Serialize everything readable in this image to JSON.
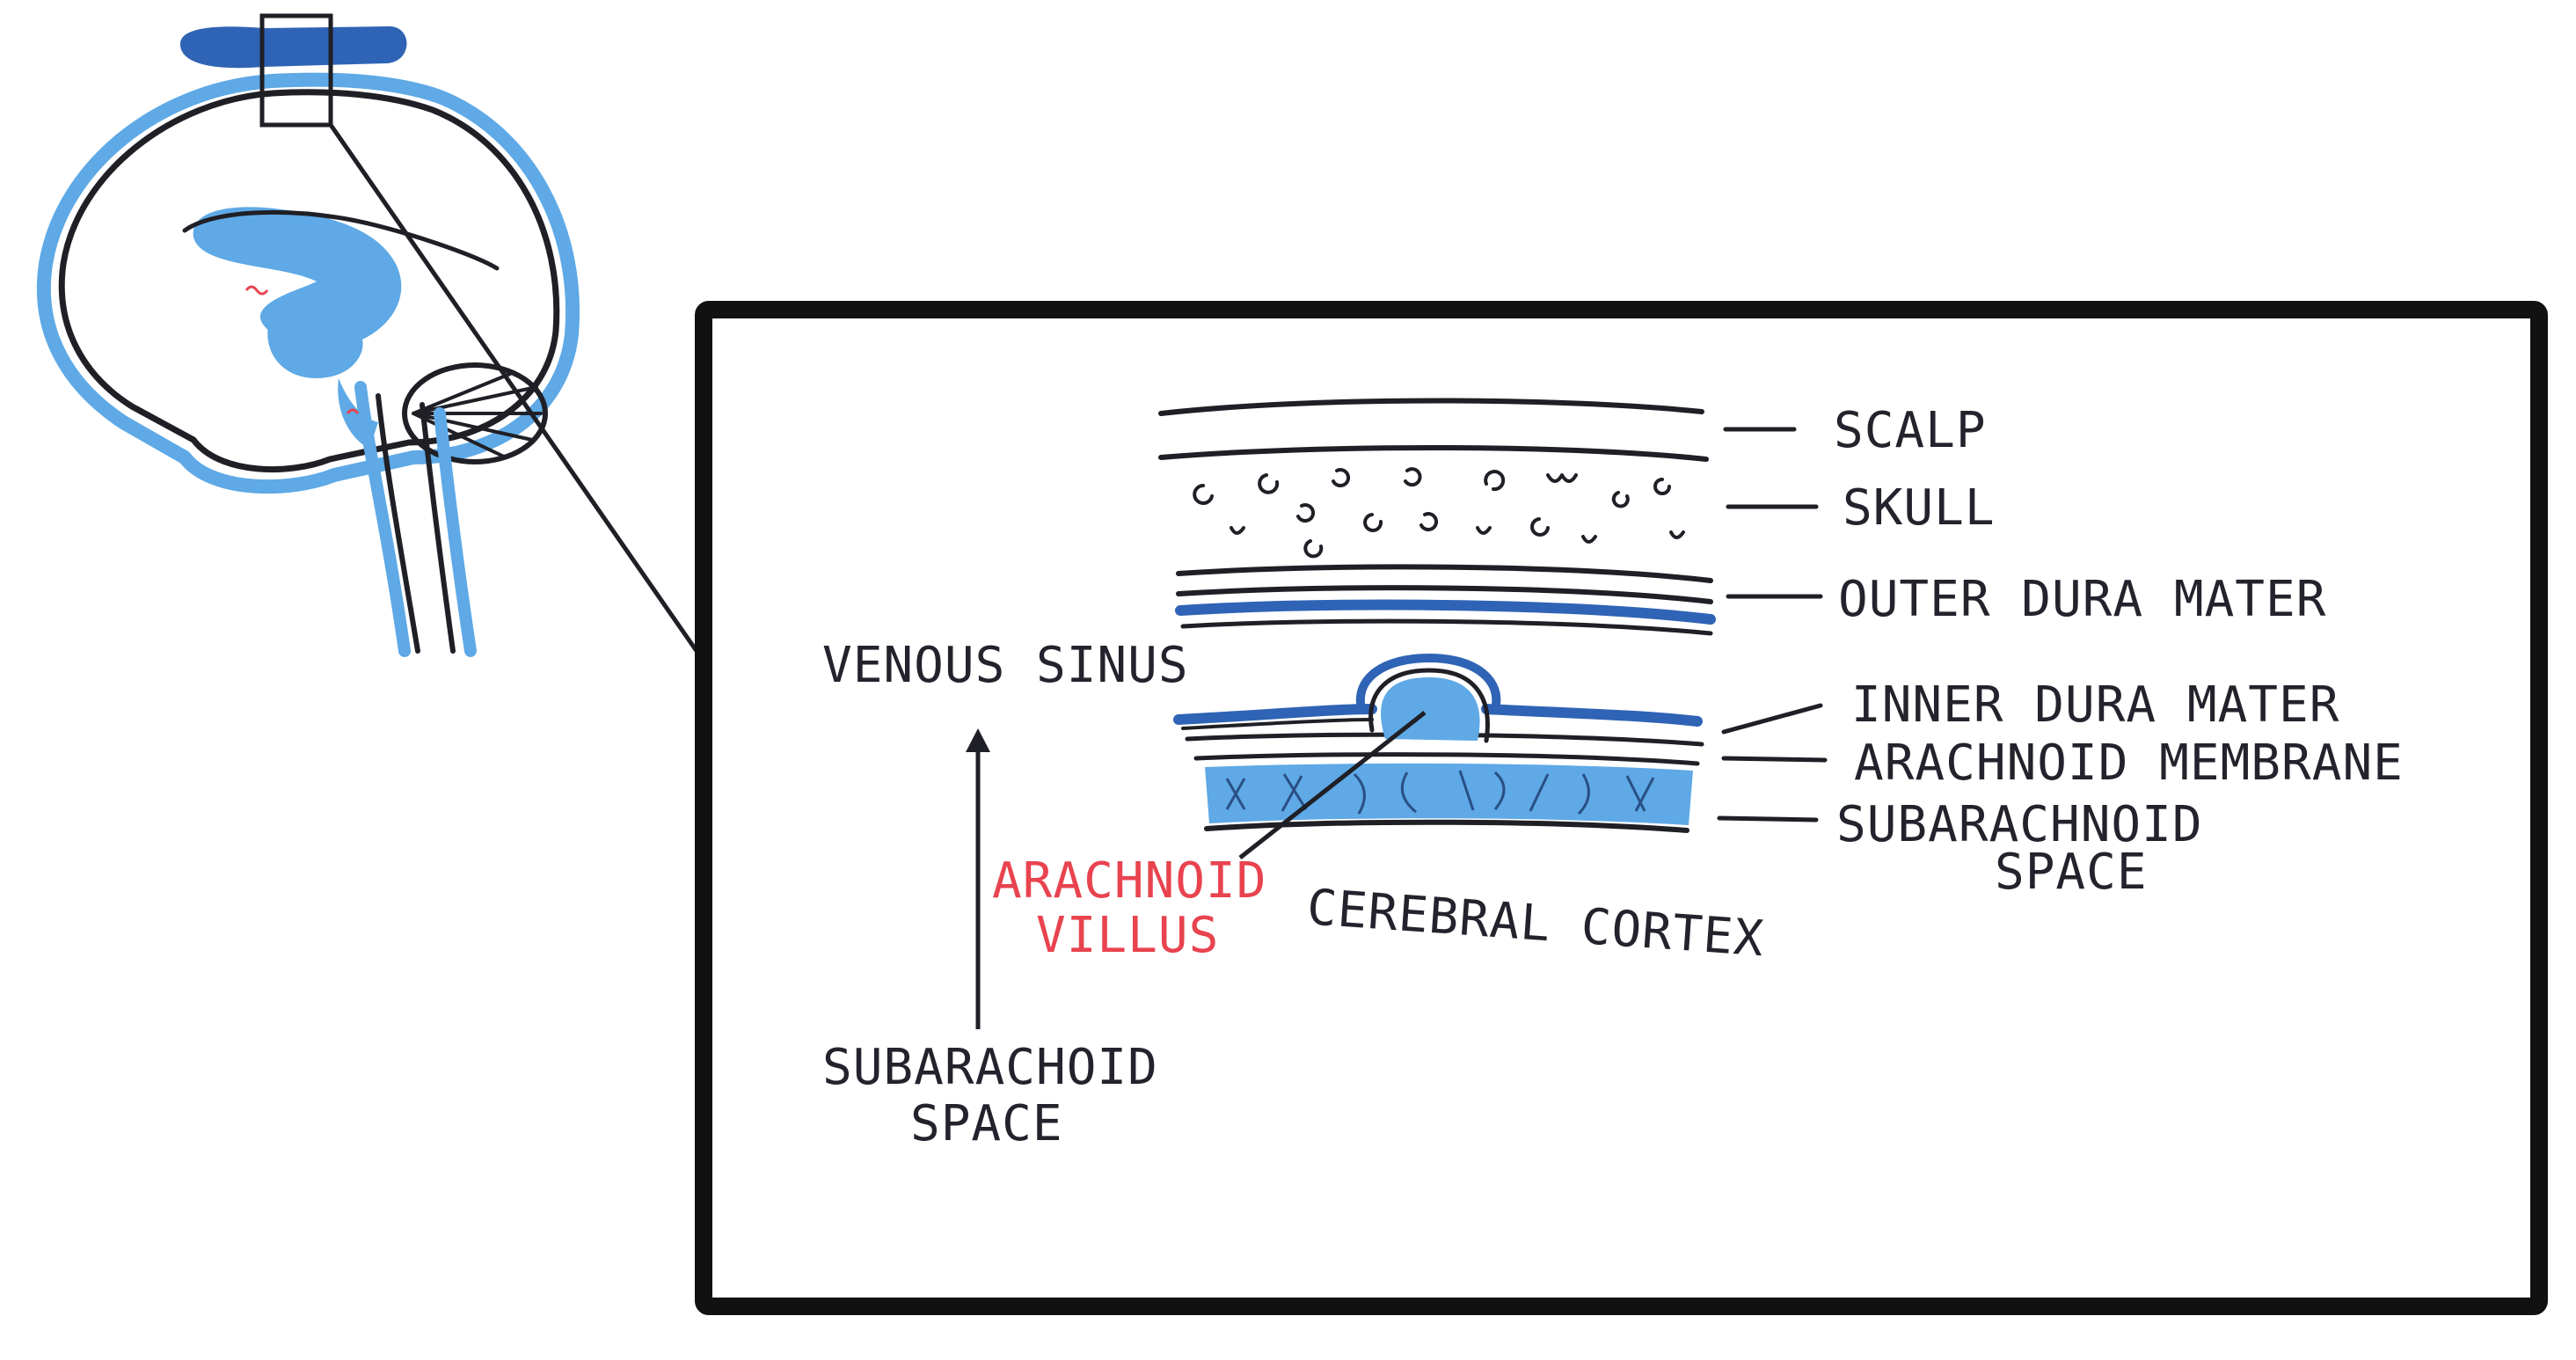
{
  "labels": {
    "scalp": "SCALP",
    "skull": "SKULL",
    "outer_dura_mater": "OUTER DURA MATER",
    "inner_dura_mater": "INNER DURA MATER",
    "arachnoid_membrane": "ARACHNOID MEMBRANE",
    "subarachnoid_space_right_line1": "SUBARACHNOID",
    "subarachnoid_space_right_line2": "SPACE",
    "venous_sinus": "VENOUS SINUS",
    "arachnoid_villus_line1": "ARACHNOID",
    "arachnoid_villus_line2": "VILLUS",
    "cerebral_cortex": "CEREBRAL CORTEX",
    "subarachnoid_space_left_line1": "SUBARACHOID",
    "subarachnoid_space_left_line2": "SPACE"
  },
  "colors": {
    "ink": "#1f1f26",
    "csf_blue": "#5ea9e6",
    "sinus_navy": "#2f63b5",
    "villus_red": "#e8434f"
  }
}
